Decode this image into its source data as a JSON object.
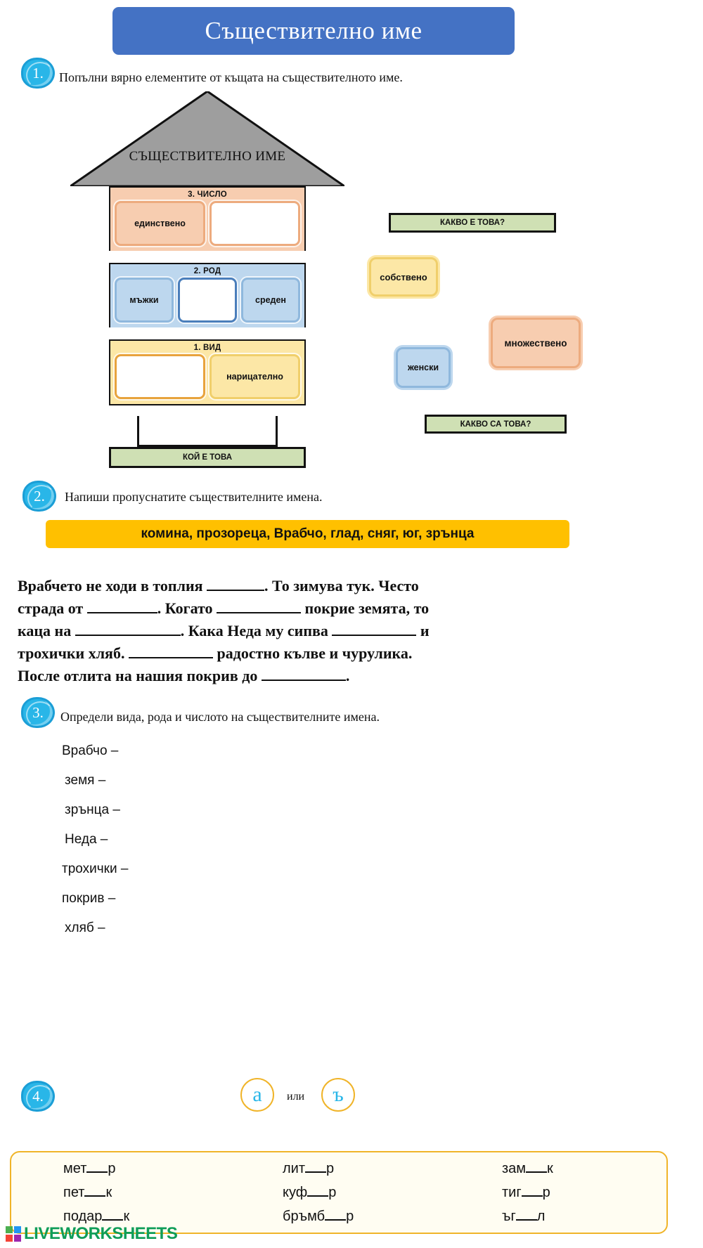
{
  "title": "Съществително име",
  "exercises": [
    {
      "number": "1.",
      "instruction": "Попълни вярно елементите от къщата на съществителното име."
    },
    {
      "number": "2.",
      "instruction": "Напиши пропуснатите съществителните имена."
    },
    {
      "number": "3.",
      "instruction": "Определи вида, рода и числото на съществителните имена."
    },
    {
      "number": "4.",
      "instruction": ""
    }
  ],
  "house": {
    "roof_label": "СЪЩЕСТВИТЕЛНО ИМЕ",
    "floors": [
      {
        "title": "3. ЧИСЛО",
        "slots": [
          {
            "label": "единствено",
            "empty": false
          },
          {
            "label": "",
            "empty": true
          }
        ]
      },
      {
        "title": "2. РОД",
        "slots": [
          {
            "label": "мъжки",
            "empty": false
          },
          {
            "label": "",
            "empty": true
          },
          {
            "label": "среден",
            "empty": false
          }
        ]
      },
      {
        "title": "1. ВИД",
        "slots": [
          {
            "label": "",
            "empty": true
          },
          {
            "label": "нарицателно",
            "empty": false
          }
        ]
      }
    ],
    "base_label": "КОЙ Е ТОВА"
  },
  "chips": [
    {
      "label": "КАКВО Е ТОВА?",
      "style": "green"
    },
    {
      "label": "собствено",
      "style": "yellow"
    },
    {
      "label": "множествено",
      "style": "peach"
    },
    {
      "label": "женски",
      "style": "blue"
    },
    {
      "label": "КАКВО СА ТОВА?",
      "style": "green"
    }
  ],
  "wordbank": "комина, прозореца, Врабчо, глад, сняг, юг, зрънца",
  "paragraph": {
    "s1a": "Врабчето не ходи в топлия",
    "s1b": ". То зимува тук. Често",
    "s2a": "страда от",
    "s2b": ". Когато",
    "s2c": "покрие земята, то",
    "s3a": "каца на",
    "s3b": ". Кака Неда му сипва",
    "s3c": "и",
    "s4a": "трохички хляб.",
    "s4b": "радостно кълве и чурулика.",
    "s5a": "После отлита на нашия покрив до",
    "s5b": "."
  },
  "ex3_words": [
    "Врабчо –",
    "земя –",
    "зрънца –",
    "Неда –",
    "трохички –",
    "покрив –",
    "хляб –"
  ],
  "ex4": {
    "letter_a": "а",
    "conjunction": "или",
    "letter_er": "ъ",
    "words": [
      {
        "before": "мет",
        "after": "р"
      },
      {
        "before": "лит",
        "after": "р"
      },
      {
        "before": "зам",
        "after": "к"
      },
      {
        "before": "пет",
        "after": "к"
      },
      {
        "before": "куф",
        "after": "р"
      },
      {
        "before": "тиг",
        "after": "р"
      },
      {
        "before": "подар",
        "after": "к"
      },
      {
        "before": "бръмб",
        "after": "р"
      },
      {
        "before": "ъг",
        "after": "л"
      }
    ]
  },
  "footer": {
    "brand": "LIVEWORKSHEETS"
  },
  "colors": {
    "title_bg": "#4472c4",
    "bubble": "#29b6e8",
    "peach": "#f7cdb0",
    "blue": "#bdd7ee",
    "yellow": "#fce7a6",
    "green": "#cfe0b4",
    "orange": "#ffc000",
    "roof_gray": "#9e9e9e"
  }
}
